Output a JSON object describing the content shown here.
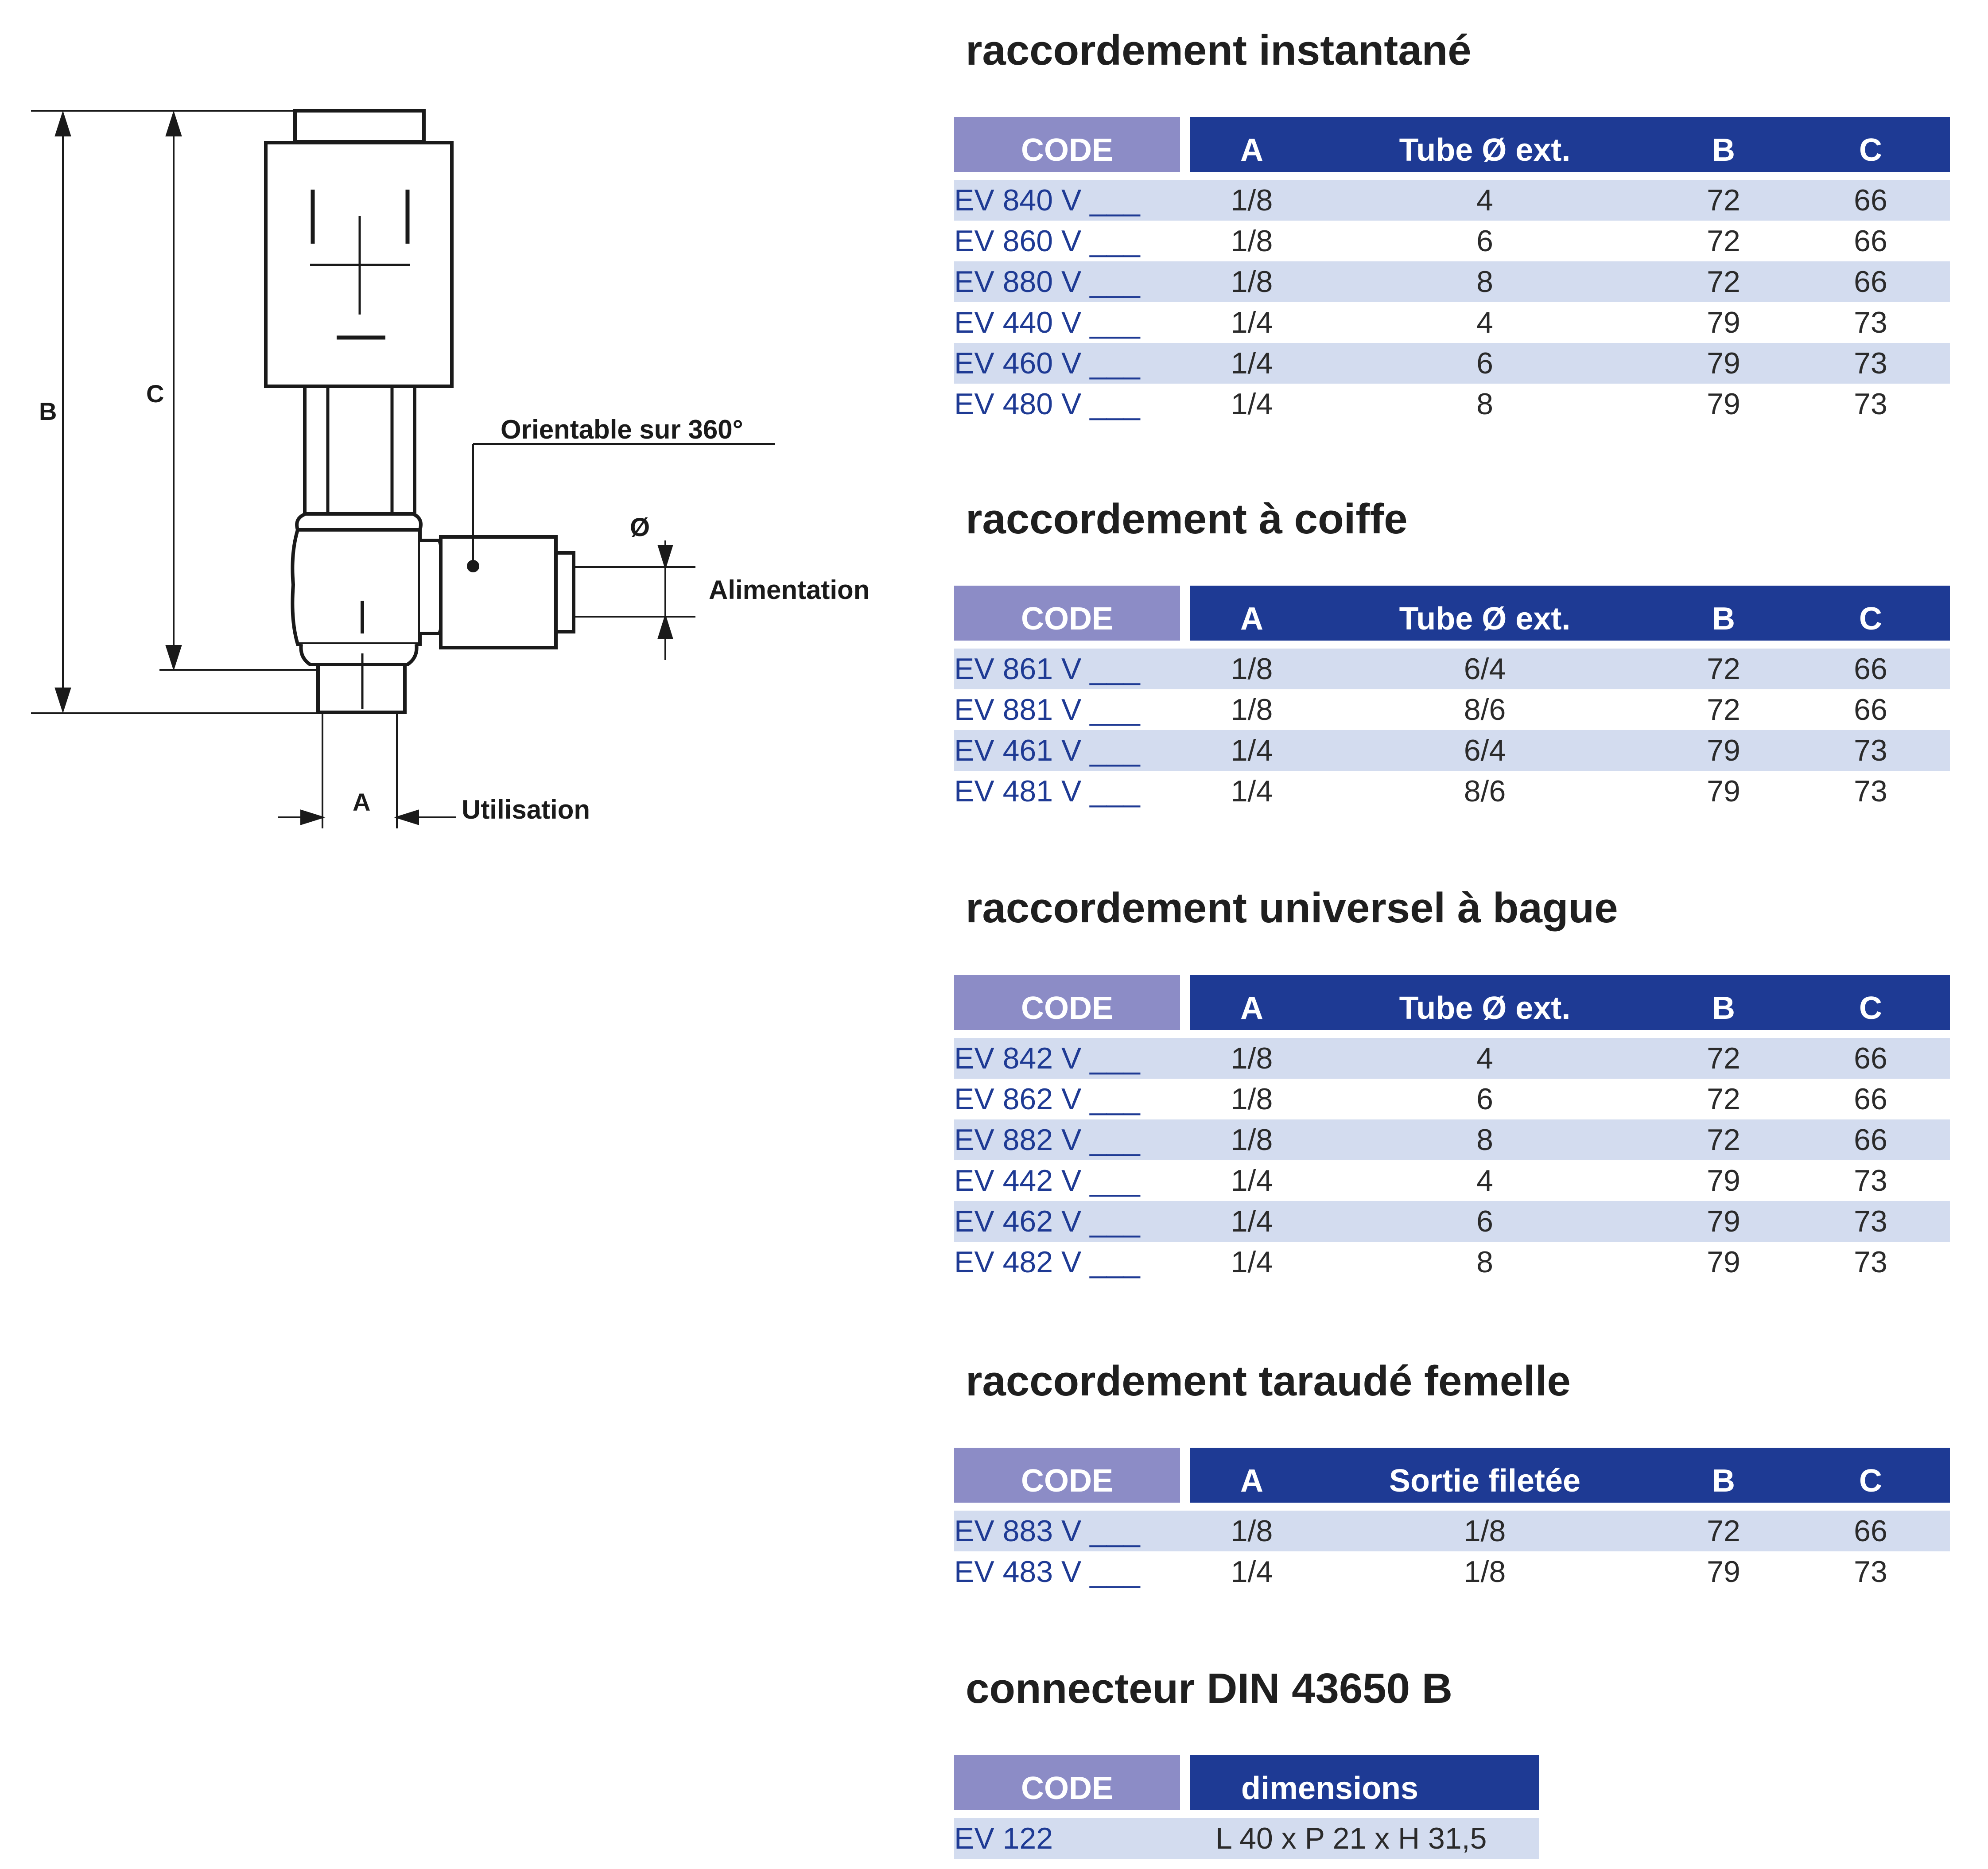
{
  "diagram": {
    "label_b": "B",
    "label_c": "C",
    "label_a": "A",
    "orientable_label": "Orientable sur 360°",
    "diameter_label": "Ø",
    "alimentation_label": "Alimentation",
    "utilisation_label": "Utilisation"
  },
  "sections": [
    {
      "title": "raccordement instantané",
      "headers": [
        "CODE",
        "A",
        "Tube Ø ext.",
        "B",
        "C"
      ],
      "rows": [
        [
          "EV 840 V ___",
          "1/8",
          "4",
          "72",
          "66"
        ],
        [
          "EV 860 V ___",
          "1/8",
          "6",
          "72",
          "66"
        ],
        [
          "EV 880 V ___",
          "1/8",
          "8",
          "72",
          "66"
        ],
        [
          "EV 440 V ___",
          "1/4",
          "4",
          "79",
          "73"
        ],
        [
          "EV 460 V ___",
          "1/4",
          "6",
          "79",
          "73"
        ],
        [
          "EV 480 V ___",
          "1/4",
          "8",
          "79",
          "73"
        ]
      ]
    },
    {
      "title": "raccordement à coiffe",
      "headers": [
        "CODE",
        "A",
        "Tube Ø ext.",
        "B",
        "C"
      ],
      "rows": [
        [
          "EV 861 V ___",
          "1/8",
          "6/4",
          "72",
          "66"
        ],
        [
          "EV 881 V ___",
          "1/8",
          "8/6",
          "72",
          "66"
        ],
        [
          "EV 461 V ___",
          "1/4",
          "6/4",
          "79",
          "73"
        ],
        [
          "EV 481 V ___",
          "1/4",
          "8/6",
          "79",
          "73"
        ]
      ]
    },
    {
      "title": "raccordement universel à bague",
      "headers": [
        "CODE",
        "A",
        "Tube Ø ext.",
        "B",
        "C"
      ],
      "rows": [
        [
          "EV 842 V ___",
          "1/8",
          "4",
          "72",
          "66"
        ],
        [
          "EV 862 V ___",
          "1/8",
          "6",
          "72",
          "66"
        ],
        [
          "EV 882 V ___",
          "1/8",
          "8",
          "72",
          "66"
        ],
        [
          "EV 442 V ___",
          "1/4",
          "4",
          "79",
          "73"
        ],
        [
          "EV 462 V ___",
          "1/4",
          "6",
          "79",
          "73"
        ],
        [
          "EV 482 V ___",
          "1/4",
          "8",
          "79",
          "73"
        ]
      ]
    },
    {
      "title": "raccordement taraudé femelle",
      "headers": [
        "CODE",
        "A",
        "Sortie filetée",
        "B",
        "C"
      ],
      "rows": [
        [
          "EV 883 V ___",
          "1/8",
          "1/8",
          "72",
          "66"
        ],
        [
          "EV 483 V ___",
          "1/4",
          "1/8",
          "79",
          "73"
        ]
      ]
    }
  ],
  "connector": {
    "title": "connecteur DIN 43650 B",
    "headers": [
      "CODE",
      "dimensions"
    ],
    "rows": [
      [
        "EV 122",
        "L 40 x P 21 x H 31,5"
      ]
    ]
  }
}
